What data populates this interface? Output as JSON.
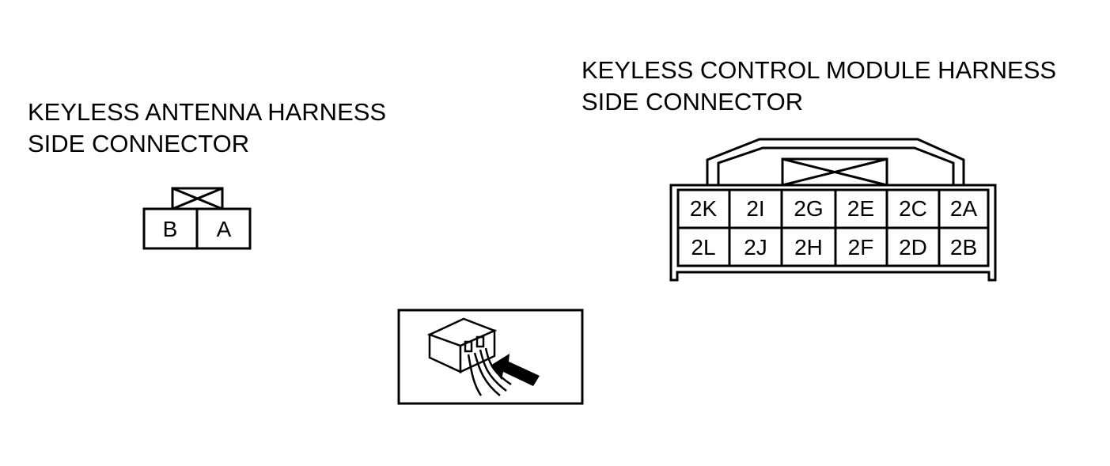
{
  "antenna_connector": {
    "title_line1": "KEYLESS ANTENNA HARNESS",
    "title_line2": "SIDE CONNECTOR",
    "pins": [
      "B",
      "A"
    ]
  },
  "module_connector": {
    "title_line1": "KEYLESS CONTROL MODULE HARNESS",
    "title_line2": "SIDE CONNECTOR",
    "top_row": [
      "2K",
      "2I",
      "2G",
      "2E",
      "2C",
      "2A"
    ],
    "bottom_row": [
      "2L",
      "2J",
      "2H",
      "2F",
      "2D",
      "2B"
    ]
  },
  "view_icon": {
    "name": "harness-side-view-icon"
  }
}
